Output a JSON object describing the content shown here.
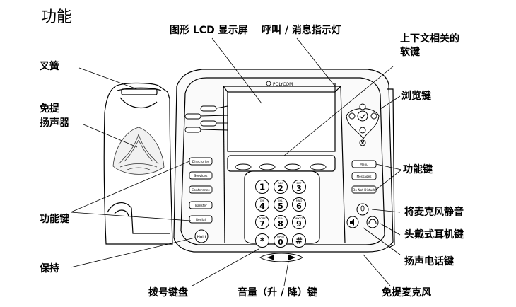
{
  "title": "功能",
  "phone": {
    "brand": "POLYCOM",
    "function_keys_left": [
      "Directories",
      "Services",
      "Conference",
      "Transfer",
      "Redial"
    ],
    "hold_key": "Hold",
    "function_keys_right": [
      "Menu",
      "Messages",
      "Do Not Disturb"
    ],
    "keypad": [
      {
        "digit": "1",
        "letters": ""
      },
      {
        "digit": "2",
        "letters": "ABC"
      },
      {
        "digit": "3",
        "letters": "DEF"
      },
      {
        "digit": "4",
        "letters": "GHI"
      },
      {
        "digit": "5",
        "letters": "JKL"
      },
      {
        "digit": "6",
        "letters": "MNO"
      },
      {
        "digit": "7",
        "letters": "PQRS"
      },
      {
        "digit": "8",
        "letters": "TUV"
      },
      {
        "digit": "9",
        "letters": "WXYZ"
      },
      {
        "digit": "*",
        "letters": ""
      },
      {
        "digit": "0",
        "letters": "OPER"
      },
      {
        "digit": "#",
        "letters": ""
      }
    ]
  },
  "labels": {
    "graphic_lcd": "图形 LCD 显示屏",
    "call_indicator": "呼叫 / 消息指示灯",
    "soft_keys_line1": "上下文相关的",
    "soft_keys_line2": "软键",
    "hookswitch": "叉簧",
    "speaker_line1": "免提",
    "speaker_line2": "扬声器",
    "scroll_keys": "浏览键",
    "function_keys_right": "功能键",
    "mute_key": "将麦克风静音",
    "headset_key": "头戴式耳机键",
    "function_keys_left": "功能键",
    "speakerphone_key": "扬声电话键",
    "hold": "保持",
    "dialpad": "拨号键盘",
    "volume_keys": "音量（升 / 降）键",
    "speakerphone_mic": "免提麦克风"
  }
}
